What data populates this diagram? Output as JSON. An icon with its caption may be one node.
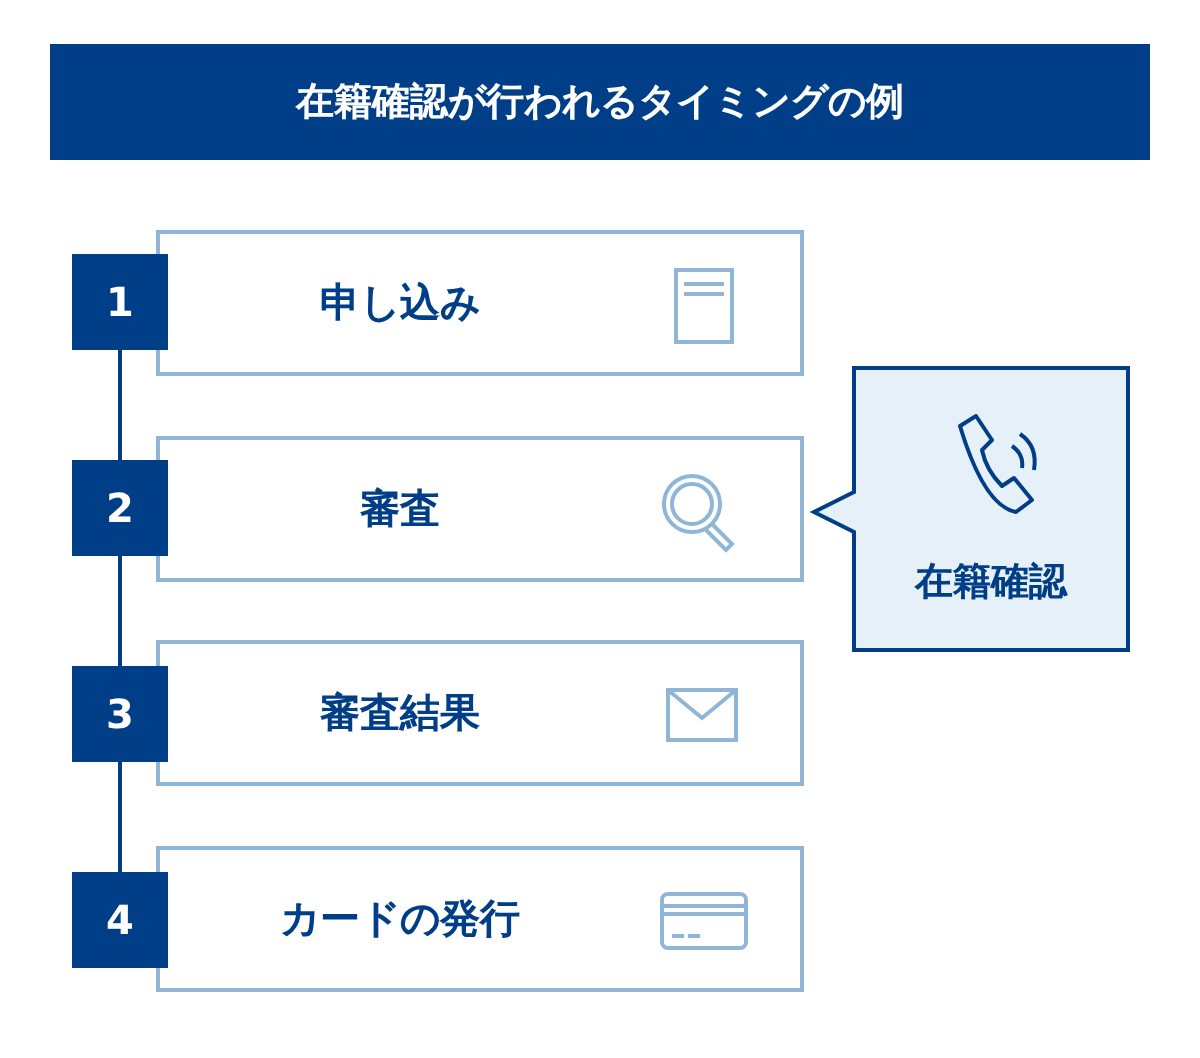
{
  "diagram": {
    "title": "在籍確認が行われるタイミングの例",
    "nodes": [
      {
        "text": [
          "1"
        ]
      },
      {
        "text": [
          "申し込み"
        ]
      },
      {
        "text": [
          "2"
        ]
      },
      {
        "text": [
          "審査"
        ]
      },
      {
        "text": [
          "3"
        ]
      },
      {
        "text": [
          "審査結果"
        ]
      },
      {
        "text": [
          "4"
        ]
      },
      {
        "text": [
          "カードの発行"
        ]
      },
      {
        "text": [
          "在籍確認"
        ]
      }
    ],
    "edges": [
      {
        "from": 0,
        "to": 2,
        "arrow": "none"
      },
      {
        "from": 2,
        "to": 4,
        "arrow": "none"
      },
      {
        "from": 4,
        "to": 6,
        "arrow": "none"
      }
    ]
  }
}
